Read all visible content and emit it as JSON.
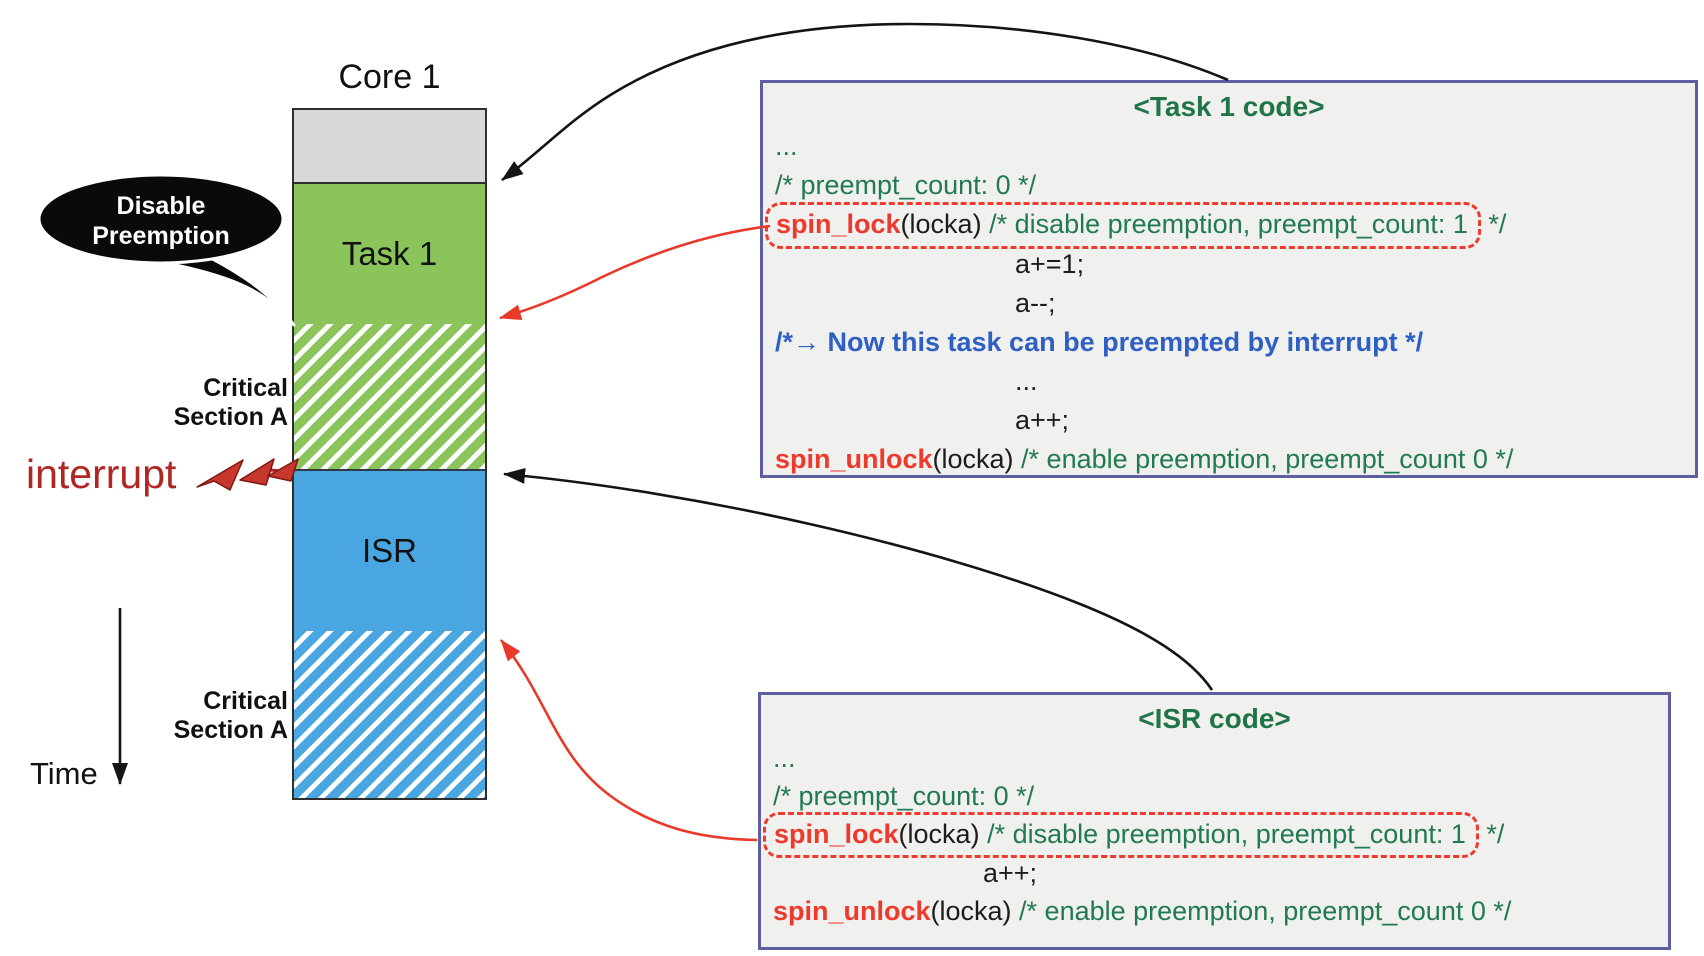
{
  "left_panel": {
    "core_label": "Core 1",
    "task1_label": "Task 1",
    "isr_label": "ISR",
    "critical_a_top": {
      "line1": "Critical",
      "line2": "Section A"
    },
    "critical_a_bottom": {
      "line1": "Critical",
      "line2": "Section A"
    },
    "interrupt_label": "interrupt",
    "time_label": "Time",
    "bubble": {
      "line1": "Disable",
      "line2": "Preemption"
    }
  },
  "task1_box": {
    "title": "<Task 1 code>",
    "ellipsis_top": "...",
    "comment_preempt0": "/* preempt_count: 0 */",
    "lock_fn": "spin_lock",
    "lock_args": "(locka) ",
    "lock_comment": "/* disable preemption, preempt_count: 1",
    "lock_comment_close": " */",
    "stmt1": "a+=1;",
    "stmt2": "a--;",
    "note_preemptable": "/*→ Now this task can be preempted by interrupt */",
    "ellipsis_mid": "...",
    "stmt3": "a++;",
    "unlock_fn": "spin_unlock",
    "unlock_args": "(locka) ",
    "unlock_comment": "/* enable preemption, preempt_count 0 */"
  },
  "isr_box": {
    "title": "<ISR code>",
    "ellipsis_top": "...",
    "comment_preempt0": "/* preempt_count: 0 */",
    "lock_fn": "spin_lock",
    "lock_args": "(locka) ",
    "lock_comment": "/* disable preemption, preempt_count: 1",
    "lock_comment_close": " */",
    "stmt1": "a++;",
    "unlock_fn": "spin_unlock",
    "unlock_args": "(locka) ",
    "unlock_comment": "/* enable preemption, preempt_count 0 */"
  },
  "icons": {
    "interrupt_lightning": "lightning-arrows-right",
    "time_arrow": "arrow-down",
    "bubble_tail": "speech-bubble-tail"
  },
  "colors": {
    "task_green": "#8cc45c",
    "isr_blue": "#4aa6e0",
    "idle_gray": "#d8d8d8",
    "code_comment_green": "#217a50",
    "code_red": "#ee3a2c",
    "note_blue": "#2e5fc3",
    "interrupt_red": "#b02622",
    "box_border_purple": "#5e5fa0",
    "box_bg": "#f0f0ee",
    "bubble_black": "#0a0a0a"
  }
}
